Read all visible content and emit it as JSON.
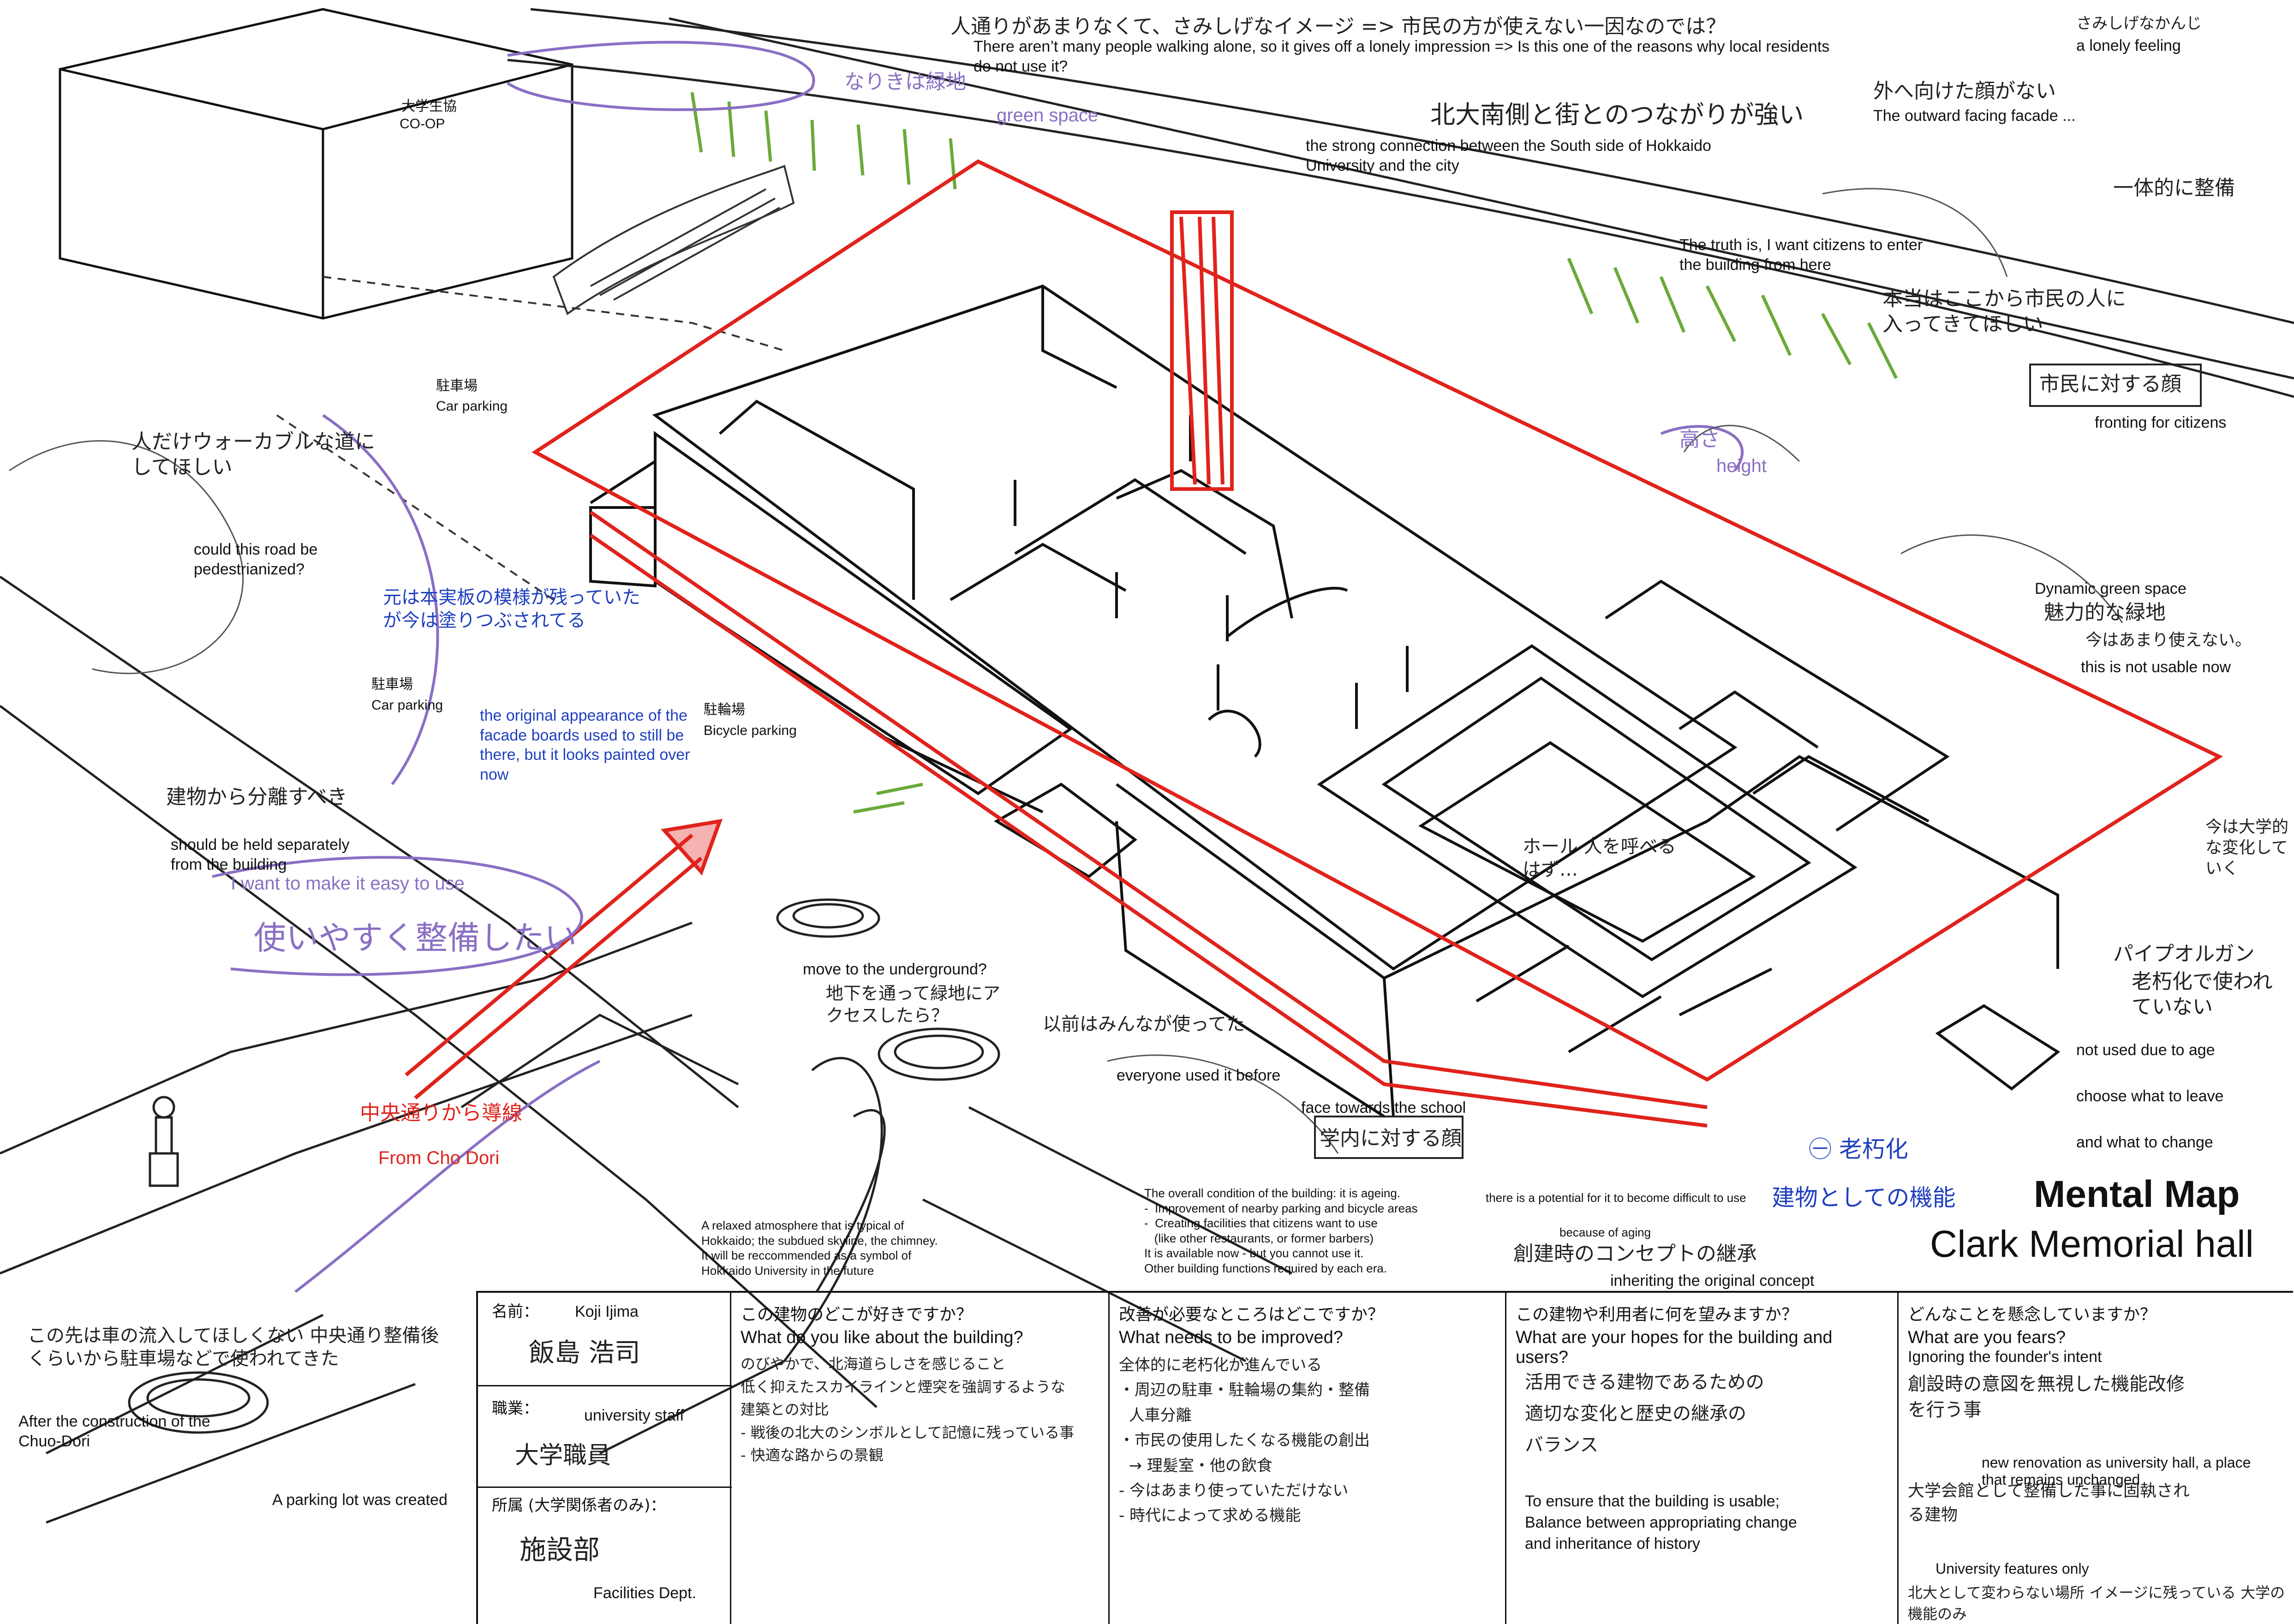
{
  "title": "Mental Map",
  "subtitle": "Clark Memorial hall",
  "colors": {
    "ink": "#111111",
    "red": "#e0231c",
    "purple": "#8a6fc4",
    "blue": "#1f3fbf",
    "green": "#6aaa3a"
  },
  "labels": {
    "coop_jp": "大学生協",
    "coop_en": "CO-OP",
    "top_jp": "人通りがあまりなくて、さみしげなイメージ => 市民の方が使えない一因なのでは？",
    "top_en": "There aren’t many people walking alone, so it gives off a lonely impression => Is this one of the reasons why local residents do not use it?",
    "lonely_jp": "さみしげなかんじ",
    "lonely_en": "a lonely feeling",
    "outward_jp": "外へ向けた顔がない",
    "outward_en": "The outward facing facade ...",
    "green_space_jp": "なりきは緑地",
    "green_space_en": "green space",
    "connection_jp": "北大南側と街とのつながりが強い",
    "connection_en": "the strong connection between the South side of Hokkaido University and the city",
    "unified_jp": "一体的に整備",
    "truth_jp": "本当はここから市民の人に入ってきてほしい",
    "truth_en": "The truth is, I want citizens to enter the building from here",
    "fronting_jp": "市民に対する顔",
    "fronting_en": "fronting for citizens",
    "height_jp": "高さ",
    "height_en": "height",
    "dynamic_en": "Dynamic green space",
    "dynamic_jp": "魅力的な緑地",
    "not_usable_jp": "今はあまり使えない。",
    "not_usable_en": "this is not usable now",
    "changing_jp": "今は大学的な変化していく",
    "organ_jp": "パイプオルガン",
    "aging_jp": "老朽化で使われていない",
    "aging_en": "not used due to age",
    "choose_en": "choose what to leave",
    "change_en": "and what to change",
    "car1_jp": "駐車場",
    "car1_en": "Car parking",
    "car2_jp": "駐車場",
    "car2_en": "Car parking",
    "bike_jp": "駐輪場",
    "bike_en": "Bicycle parking",
    "walkable_jp": "人だけウォーカブルな道にしてほしい",
    "walkable_en": "could this road be pedestrianized?",
    "facade_jp": "元は本実板の模様が残っていたが今は塗りつぶされてる",
    "facade_en": "the original appearance of the facade boards used to still be there, but it looks painted over now",
    "separate_jp": "建物から分離すべき",
    "separate_en": "should be held separately from the building",
    "easy_en": "I want to make it easy to use",
    "easy_jp": "使いやすく整備したい",
    "chodori_jp": "中央通りから導線",
    "chodori_en": "From Cho Dori",
    "underground_en": "move to the underground?",
    "underground_jp": "地下を通って緑地にアクセスしたら？",
    "everyone_jp": "以前はみんなが使ってた",
    "everyone_en": "everyone used it before",
    "hall_jp": "ホール 人を呼べるはず…",
    "school_en": "face towards the school",
    "school_jp": "学内に対する顔",
    "old_jp": "㊀ 老朽化",
    "function_jp": "建物としての機能",
    "potential_en": "there is a potential for it to become difficult to use",
    "aging2_en": "because of aging",
    "concept_jp": "創建時のコンセプトの継承",
    "concept_en": "inheriting the original concept",
    "relaxed_en": "A relaxed atmosphere that is typical of Hokkaido; the subdued skyline, the chimney. It will be reccommended as a symbol of Hokkaido University in the future",
    "overall_en": "The overall condition of the building: it is ageing.\n-  Improvement of nearby parking and bicycle areas\n-  Creating facilities that citizens want to use\n   (like other restaurants, or former barbers)\nIt is available now - but you cannot use it.\nOther building functions required by each era.",
    "after_en": "After the construction of the Chuo-Dori",
    "lot_en": "A parking lot was created",
    "after_jp": "この先は車の流入してほしくない 中央通り整備後くらいから駐車場などで使われてきた"
  },
  "sheet": {
    "name_label": "名前：",
    "name_en": "Koji Ijima",
    "name_jp": "飯島 浩司",
    "job_label": "職業：",
    "job_en": "university staff",
    "job_jp": "大学職員",
    "dept_label": "所属 (大学関係者のみ)：",
    "dept_jp": "施設部",
    "dept_en": "Facilities Dept.",
    "q1_jp": "この建物のどこが好きですか？",
    "q1_en": "What do you like about the building?",
    "a1": "のびやかで、北海道らしさを感じること\n低く抑えたスカイラインと煙突を強調するような\n建築との対比\n- 戦後の北大のシンボルとして記憶に残っている事\n- 快適な路からの景観",
    "q2_jp": "改善が必要なところはどこですか？",
    "q2_en": "What needs to be improved?",
    "a2": "全体的に老朽化が進んでいる\n・周辺の駐車・駐輪場の集約・整備\n  人車分離\n・市民の使用したくなる機能の創出\n  → 理髪室・他の飲食\n- 今はあまり使っていただけない\n- 時代によって求める機能",
    "q3_jp": "この建物や利用者に何を望みますか？",
    "q3_en": "What are your hopes for the building and users?",
    "a3_jp": "活用できる建物であるための\n適切な変化と歴史の継承の\nバランス",
    "a3_en": "To ensure that the building is usable;\nBalance between appropriating change\nand inheritance of history",
    "q4_jp": "どんなことを懸念していますか？",
    "q4_en": "What are you fears?",
    "fear1_en": "Ignoring the founder's intent",
    "fear1_jp": "創設時の意図を無視した機能改修を行う事",
    "fear2_en": "new renovation as university hall, a place that remains unchanged",
    "fear2_jp": "大学会館として整備した事に固執される建物",
    "fear3_en": "University features only",
    "fear3_jp": "北大として変わらない場所 イメージに残っている 大学の機能のみ"
  }
}
